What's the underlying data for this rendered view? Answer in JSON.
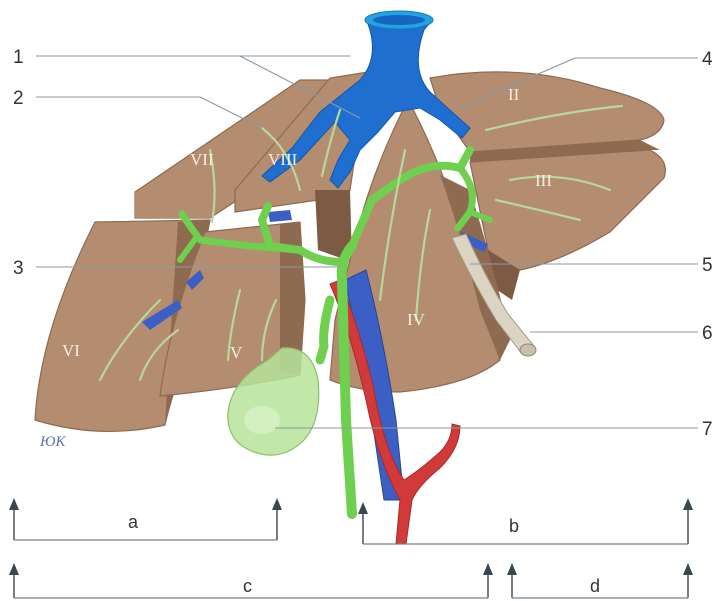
{
  "figure": {
    "colors": {
      "liver": "#b48c6f",
      "liver_shadow": "#8e6a50",
      "liver_dark": "#6b4d39",
      "hepatic_veins": "#1f6fd0",
      "portal_vein": "#3b5fc4",
      "artery": "#d23a3a",
      "bile_duct": "#7ad35a",
      "gallbladder": "#b6e39a",
      "ligament": "#dcd4c2"
    },
    "segments": [
      "II",
      "III",
      "IV",
      "V",
      "VI",
      "VII",
      "VIII"
    ],
    "callouts": [
      "1",
      "2",
      "3",
      "4",
      "5",
      "6",
      "7"
    ],
    "signature": "ЮК",
    "brackets": {
      "top": [
        "a",
        "b"
      ],
      "bottom": [
        "c",
        "d"
      ]
    }
  }
}
